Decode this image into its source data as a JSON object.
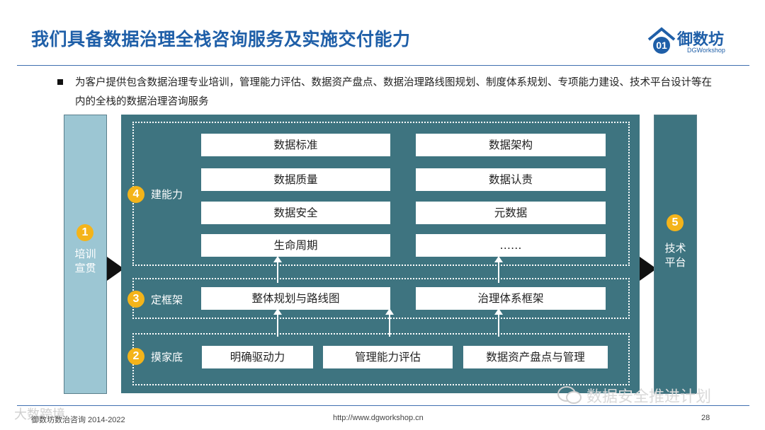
{
  "title": "我们具备数据治理全栈咨询服务及实施交付能力",
  "logo": {
    "name": "御数坊",
    "sub": "DGWorkshop"
  },
  "description": "为客户提供包含数据治理专业培训，管理能力评估、数据资产盘点、数据治理路线图规划、制度体系规划、专项能力建设、技术平台设计等在内的全栈的数据治理咨询服务",
  "left_panel": {
    "number": "1",
    "label_line1": "培训",
    "label_line2": "宣贯"
  },
  "right_panel": {
    "number": "5",
    "label_line1": "技术",
    "label_line2": "平台"
  },
  "groups": {
    "build": {
      "number": "4",
      "label": "建能力",
      "items": [
        "数据标准",
        "数据架构",
        "数据质量",
        "数据认责",
        "数据安全",
        "元数据",
        "生命周期",
        "……"
      ]
    },
    "frame": {
      "number": "3",
      "label": "定框架",
      "items": [
        "整体规划与路线图",
        "治理体系框架"
      ]
    },
    "base": {
      "number": "2",
      "label": "摸家底",
      "items": [
        "明确驱动力",
        "管理能力评估",
        "数据资产盘点与管理"
      ]
    }
  },
  "footer": {
    "copyright": "御数坊数治咨询 2014-2022",
    "url": "http://www.dgworkshop.cn",
    "page": "28"
  },
  "watermark": {
    "right": "数据安全推进计划",
    "left": "大数跨境"
  },
  "colors": {
    "title": "#1f5fa8",
    "panel": "#3e7480",
    "left_panel": "#9cc6d3",
    "badge": "#f4b41a"
  }
}
